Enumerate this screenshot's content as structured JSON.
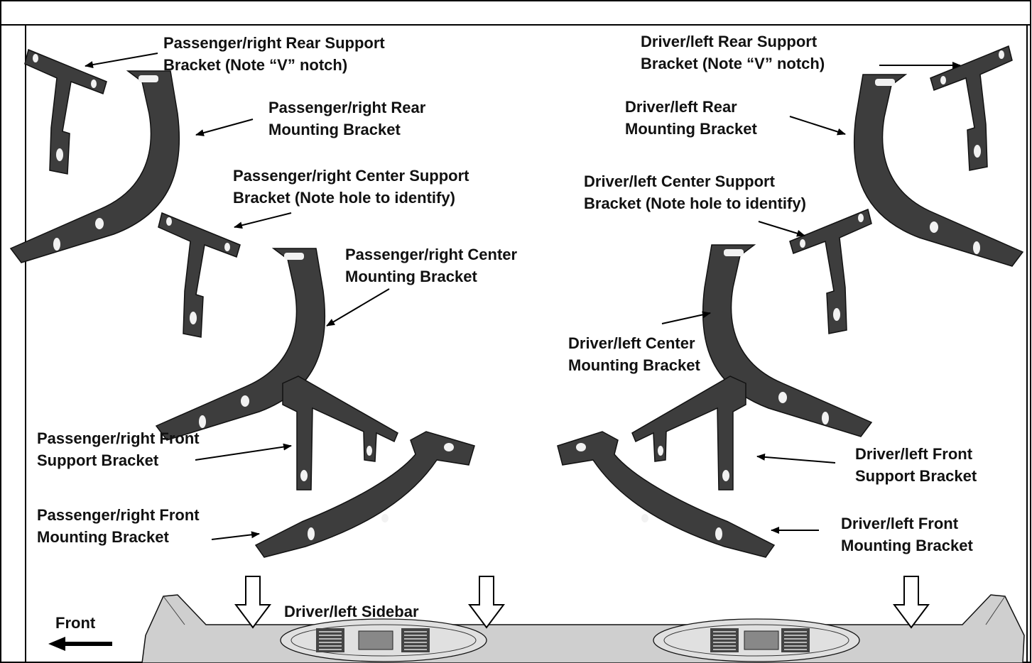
{
  "diagram": {
    "labels": {
      "pass_rear_support": [
        "Passenger/right Rear Support",
        "Bracket (Note “V” notch)"
      ],
      "pass_rear_mount": [
        "Passenger/right Rear",
        "Mounting Bracket"
      ],
      "pass_center_support": [
        "Passenger/right  Center Support",
        "Bracket (Note hole to identify)"
      ],
      "pass_center_mount": [
        "Passenger/right Center",
        "Mounting Bracket"
      ],
      "pass_front_support": [
        "Passenger/right  Front",
        "Support Bracket"
      ],
      "pass_front_mount": [
        "Passenger/right Front",
        "Mounting Bracket"
      ],
      "drv_rear_support": [
        "Driver/left Rear Support",
        "Bracket (Note “V” notch)"
      ],
      "drv_rear_mount": [
        "Driver/left Rear",
        "Mounting Bracket"
      ],
      "drv_center_support": [
        "Driver/left Center Support",
        "Bracket (Note hole to identify)"
      ],
      "drv_center_mount": [
        "Driver/left Center",
        "Mounting Bracket"
      ],
      "drv_front_support": [
        "Driver/left  Front",
        "Support Bracket"
      ],
      "drv_front_mount": [
        "Driver/left Front",
        "Mounting Bracket"
      ],
      "sidebar": "Driver/left Sidebar",
      "front": "Front"
    },
    "colors": {
      "bracket": "#3d3d3d",
      "bracket_shade": "#555555",
      "hole": "#f2f2f2",
      "bar": "#cfcfcf",
      "outline": "#111111",
      "background": "#ffffff"
    }
  }
}
